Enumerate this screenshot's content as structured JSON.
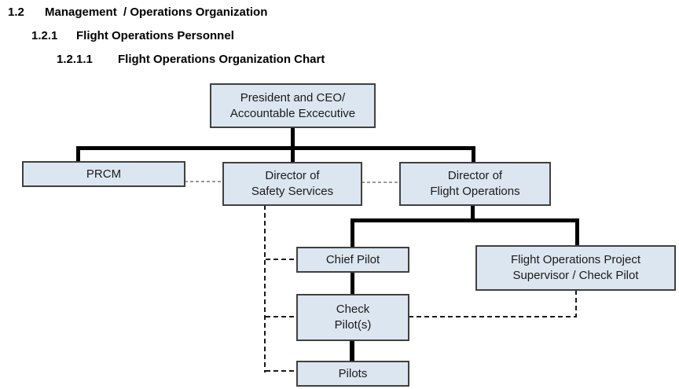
{
  "headings": [
    {
      "number": "1.2",
      "title": "Management  / Operations Organization"
    },
    {
      "number": "1.2.1",
      "title": "Flight Operations Personnel"
    },
    {
      "number": "1.2.1.1",
      "title": "Flight Operations Organization Chart"
    }
  ],
  "org_chart": {
    "nodes": {
      "ceo": {
        "lines": [
          "President and CEO/",
          "Accountable Excecutive"
        ]
      },
      "prcm": {
        "lines": [
          "PRCM"
        ]
      },
      "dss": {
        "lines": [
          "Director of",
          "Safety Services"
        ]
      },
      "dfo": {
        "lines": [
          "Director of",
          "Flight Operations"
        ]
      },
      "chief_pilot": {
        "lines": [
          "Chief Pilot"
        ]
      },
      "fops_supervisor": {
        "lines": [
          "Flight Operations Project",
          "Supervisor / Check Pilot"
        ]
      },
      "check_pilots": {
        "lines": [
          "Check",
          "Pilot(s)"
        ]
      },
      "pilots": {
        "lines": [
          "Pilots"
        ]
      }
    },
    "edges": [
      {
        "from": "ceo",
        "to": "prcm",
        "style": "solid"
      },
      {
        "from": "ceo",
        "to": "dss",
        "style": "solid"
      },
      {
        "from": "ceo",
        "to": "dfo",
        "style": "solid"
      },
      {
        "from": "prcm",
        "to": "dss",
        "style": "dashed-gray"
      },
      {
        "from": "dss",
        "to": "dfo",
        "style": "dashed-gray"
      },
      {
        "from": "dfo",
        "to": "chief_pilot",
        "style": "solid"
      },
      {
        "from": "dfo",
        "to": "fops_supervisor",
        "style": "solid"
      },
      {
        "from": "chief_pilot",
        "to": "check_pilots",
        "style": "solid"
      },
      {
        "from": "check_pilots",
        "to": "pilots",
        "style": "solid"
      },
      {
        "from": "dss",
        "to": "chief_pilot",
        "style": "dashed-black"
      },
      {
        "from": "dss",
        "to": "check_pilots",
        "style": "dashed-black"
      },
      {
        "from": "dss",
        "to": "pilots",
        "style": "dashed-black"
      },
      {
        "from": "fops_supervisor",
        "to": "check_pilots",
        "style": "dashed-black"
      }
    ],
    "colors": {
      "box_fill": "#dce6f1",
      "box_border": "#404040",
      "solid_connector": "#000000",
      "dashed_connector_gray": "#999999",
      "dashed_connector_dark": "#1a1a1a",
      "heading_text": "#000000",
      "box_text": "#1a1a1a"
    }
  }
}
